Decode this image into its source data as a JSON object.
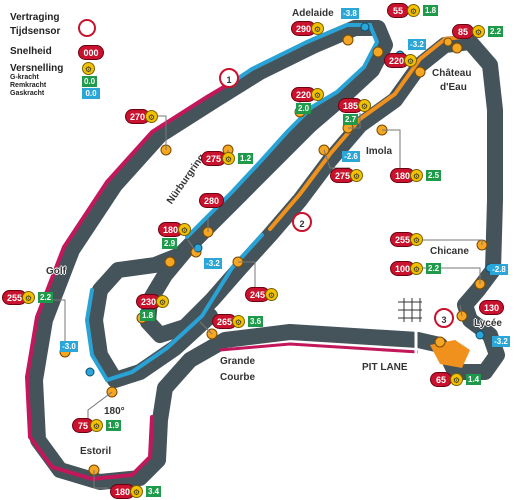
{
  "legend": {
    "header": "Vertraging",
    "time_label": "Tijdsensor",
    "speed_label": "Snelheid",
    "speed_sample": "000",
    "gear_label": "Versnelling",
    "line1": "G-kracht",
    "line2": "Remkracht",
    "line3": "Gaskracht",
    "box1": "0.0",
    "box2": "0.0"
  },
  "colors": {
    "track": "#45545a",
    "sector1": "#c2185b",
    "sector2": "#29a3d6",
    "sector3": "#f0911e",
    "speed": "#c9122e",
    "gear": "#f2c200",
    "green": "#1e9a4a",
    "blue": "#2aa6d9"
  },
  "sectors": {
    "s1": "1",
    "s2": "2",
    "s3": "3"
  },
  "corners": {
    "adelaide": "Adelaide",
    "chateau1": "Château",
    "chateau2": "d'Eau",
    "imola": "Imola",
    "nurburgring": "Nürburgring",
    "chicane": "Chicane",
    "golf": "Golf",
    "lycee": "Lycée",
    "pitlane": "PIT LANE",
    "grande1": "Grande",
    "grande2": "Courbe",
    "c180": "180°",
    "estoril": "Estoril"
  },
  "speeds": {
    "adelaide_in": "55",
    "adelaide_out": "290",
    "chateau_in": "85",
    "chateau_out": "220",
    "s270": "270",
    "s275a": "275",
    "s220": "220",
    "s185": "185",
    "s275b": "275",
    "imola": "180",
    "nurb_a": "280",
    "nurb_b": "180",
    "chicane_in": "255",
    "chicane_out": "100",
    "golf": "255",
    "s230": "230",
    "s245": "245",
    "lycee_in": "130",
    "s265": "265",
    "lycee_out": "65",
    "c180": "75",
    "estoril": "180"
  },
  "gears": {
    "adelaide_in": "1.8",
    "chateau_in": "2.2",
    "s275a": "1.2",
    "s220": "2.0",
    "s185": "2.7",
    "imola": "2.5",
    "nurb_b": "2.9",
    "chicane_out": "2.2",
    "golf": "2.2",
    "s230": "1.8",
    "s265": "3.6",
    "lycee_out": "1.4",
    "c180": "1.9",
    "estoril": "3.4"
  },
  "brakes": {
    "adelaide": "-3.8",
    "chateau": "-3.2",
    "imola": "-2.6",
    "nurb": "-3.2",
    "chicane": "-2.8",
    "lycee": "-3.2",
    "golf": "-3.0"
  }
}
